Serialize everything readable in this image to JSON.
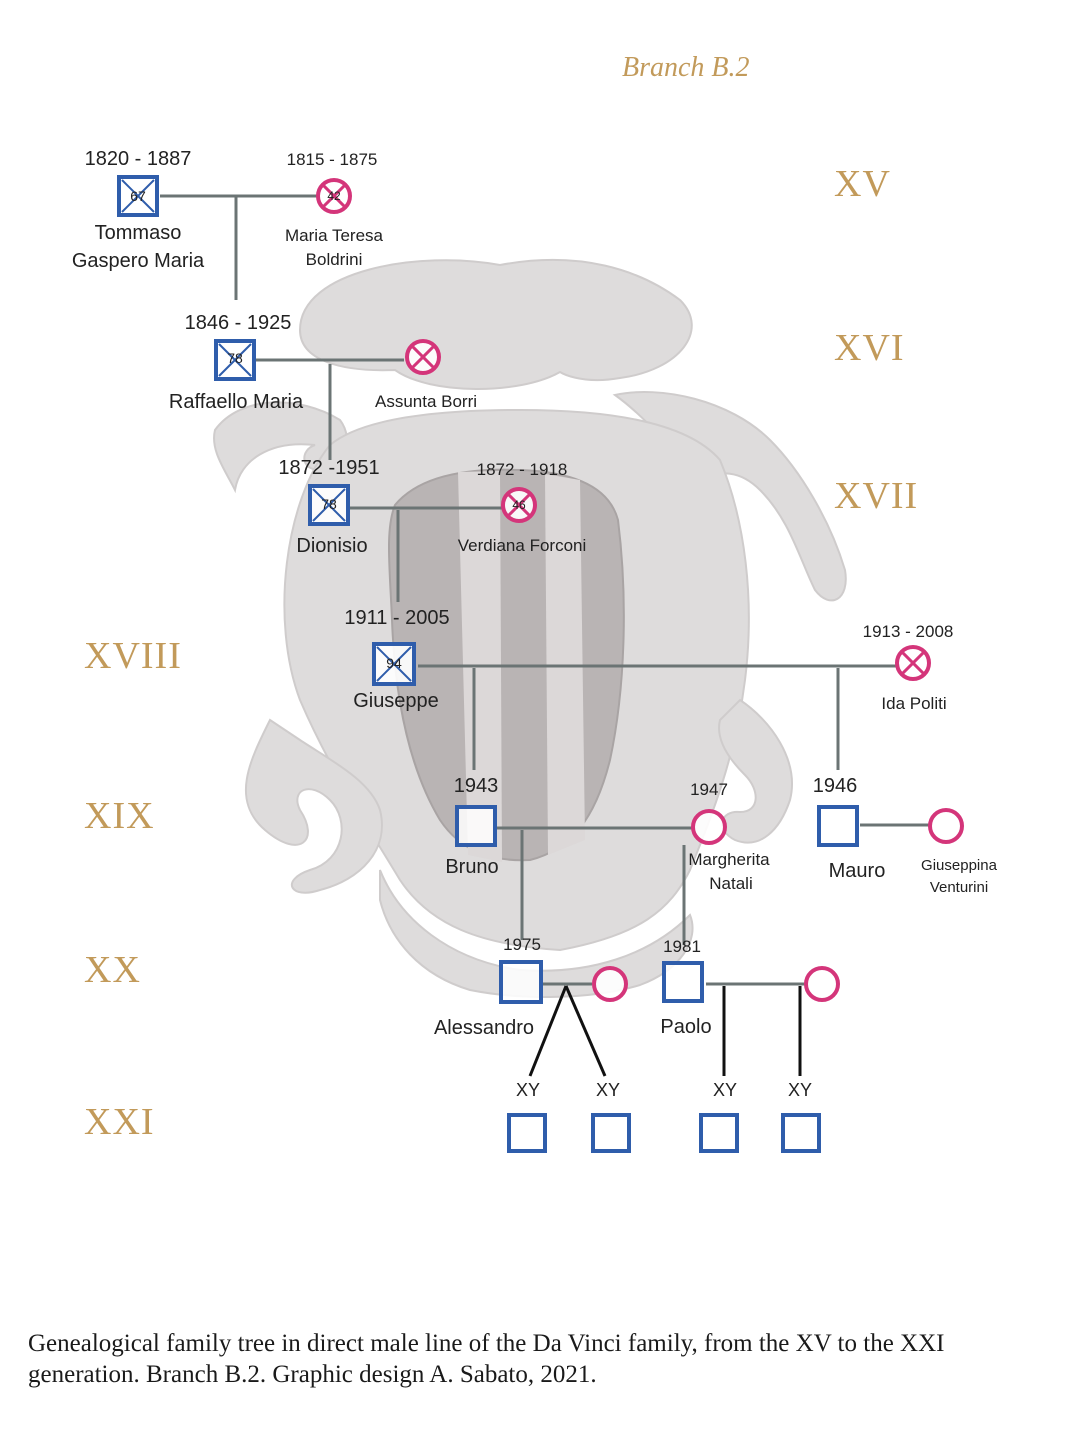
{
  "branch_title": "Branch B.2",
  "generations": [
    "XV",
    "XVI",
    "XVII",
    "XVIII",
    "XIX",
    "XX",
    "XXI"
  ],
  "people": {
    "tommaso": {
      "dates": "1820 - 1887",
      "age": "67",
      "name1": "Tommaso",
      "name2": "Gaspero Maria"
    },
    "maria_teresa": {
      "dates": "1815 - 1875",
      "age": "42",
      "name1": "Maria Teresa",
      "name2": "Boldrini"
    },
    "raffaello": {
      "dates": "1846 - 1925",
      "age": "78",
      "name": "Raffaello Maria"
    },
    "assunta": {
      "name": "Assunta Borri"
    },
    "dionisio": {
      "dates": "1872 -1951",
      "age": "78",
      "name": "Dionisio"
    },
    "verdiana": {
      "dates": "1872 - 1918",
      "age": "46",
      "name": "Verdiana Forconi"
    },
    "giuseppe": {
      "dates": "1911 - 2005",
      "age": "94",
      "name": "Giuseppe"
    },
    "ida": {
      "dates": "1913 - 2008",
      "name": "Ida Politi"
    },
    "bruno": {
      "dates": "1943",
      "name": "Bruno"
    },
    "margherita": {
      "dates": "1947",
      "name1": "Margherita",
      "name2": "Natali"
    },
    "mauro": {
      "dates": "1946",
      "name": "Mauro"
    },
    "giuseppina": {
      "name1": "Giuseppina",
      "name2": "Venturini"
    },
    "alessandro": {
      "dates": "1975",
      "name": "Alessandro"
    },
    "paolo": {
      "dates": "1981",
      "name": "Paolo"
    }
  },
  "children_label": "XY",
  "caption": "Genealogical family tree in direct male line of the Da Vinci family, from the XV to the XXI generation. Branch B.2. Graphic design A. Sabato, 2021.",
  "colors": {
    "male": "#2f5dab",
    "female": "#d4357a",
    "line": "#6b7474",
    "gold": "#c29a5a",
    "crest": "#dcdcdc"
  }
}
